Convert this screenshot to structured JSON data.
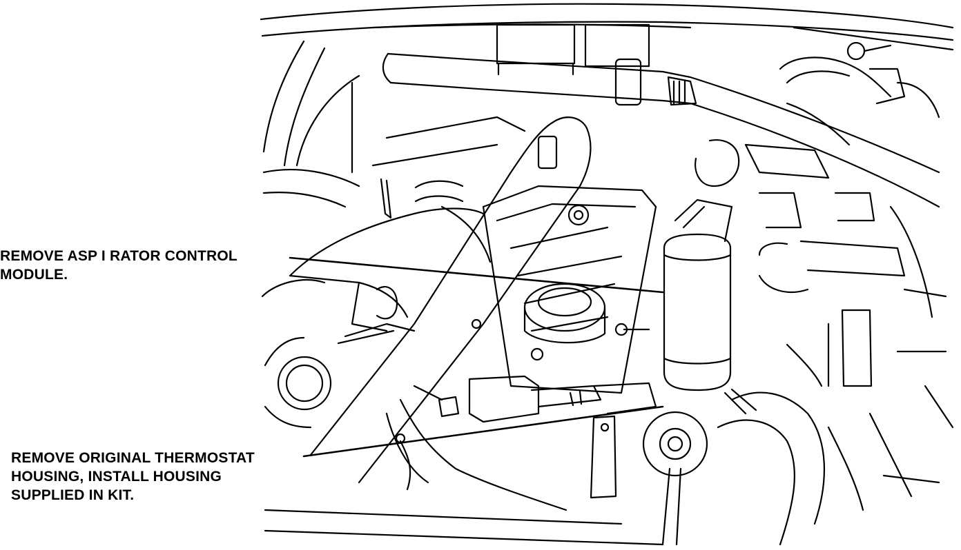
{
  "figure": {
    "callouts": [
      {
        "id": "aspirator",
        "lines": [
          "REMOVE ASP I RATOR CONTROL",
          "MODULE."
        ]
      },
      {
        "id": "thermostat",
        "lines": [
          "REMOVE ORIGINAL THERMOSTAT",
          "HOUSING, INSTALL HOUSING",
          "SUPPLIED IN KIT."
        ]
      }
    ],
    "colors": {
      "ink": "#000000",
      "paper": "#ffffff"
    }
  }
}
